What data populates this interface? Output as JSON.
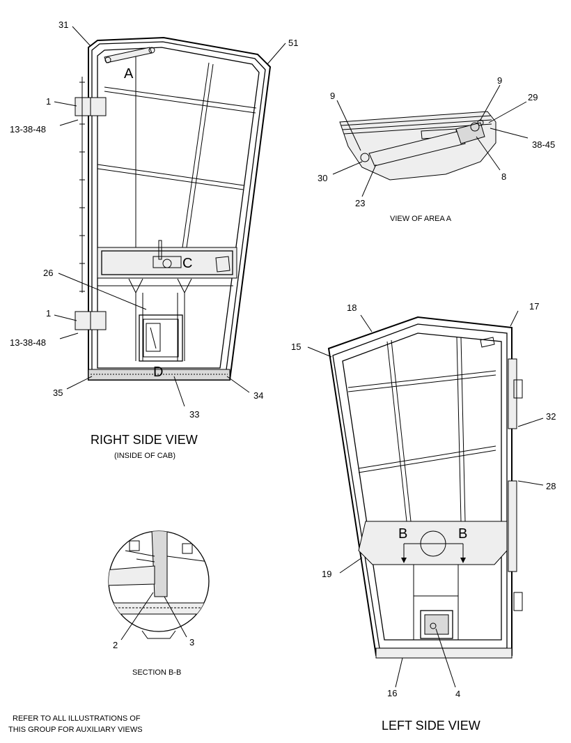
{
  "callouts": {
    "c31": "31",
    "c51": "51",
    "c1a": "1",
    "c13a": "13-38-48",
    "c26": "26",
    "c1b": "1",
    "c13b": "13-38-48",
    "c35": "35",
    "c33": "33",
    "c34": "34",
    "c9a": "9",
    "c9b": "9",
    "c29": "29",
    "c3845": "38-45",
    "c30": "30",
    "c8": "8",
    "c23": "23",
    "c18": "18",
    "c17": "17",
    "c15": "15",
    "c32": "32",
    "c28": "28",
    "c19": "19",
    "c16": "16",
    "c4": "4",
    "c2": "2",
    "c3": "3"
  },
  "area_letters": {
    "a": "A",
    "c": "C",
    "d": "D",
    "b_left": "B",
    "b_right": "B"
  },
  "titles": {
    "right_side_view": "RIGHT SIDE VIEW",
    "inside_of_cab": "(INSIDE OF CAB)",
    "view_of_area_a": "VIEW OF AREA A",
    "section_bb": "SECTION B-B",
    "left_side_view": "LEFT SIDE VIEW",
    "refer_line1": "REFER TO ALL ILLUSTRATIONS OF",
    "refer_line2": "THIS GROUP FOR AUXILIARY VIEWS"
  }
}
